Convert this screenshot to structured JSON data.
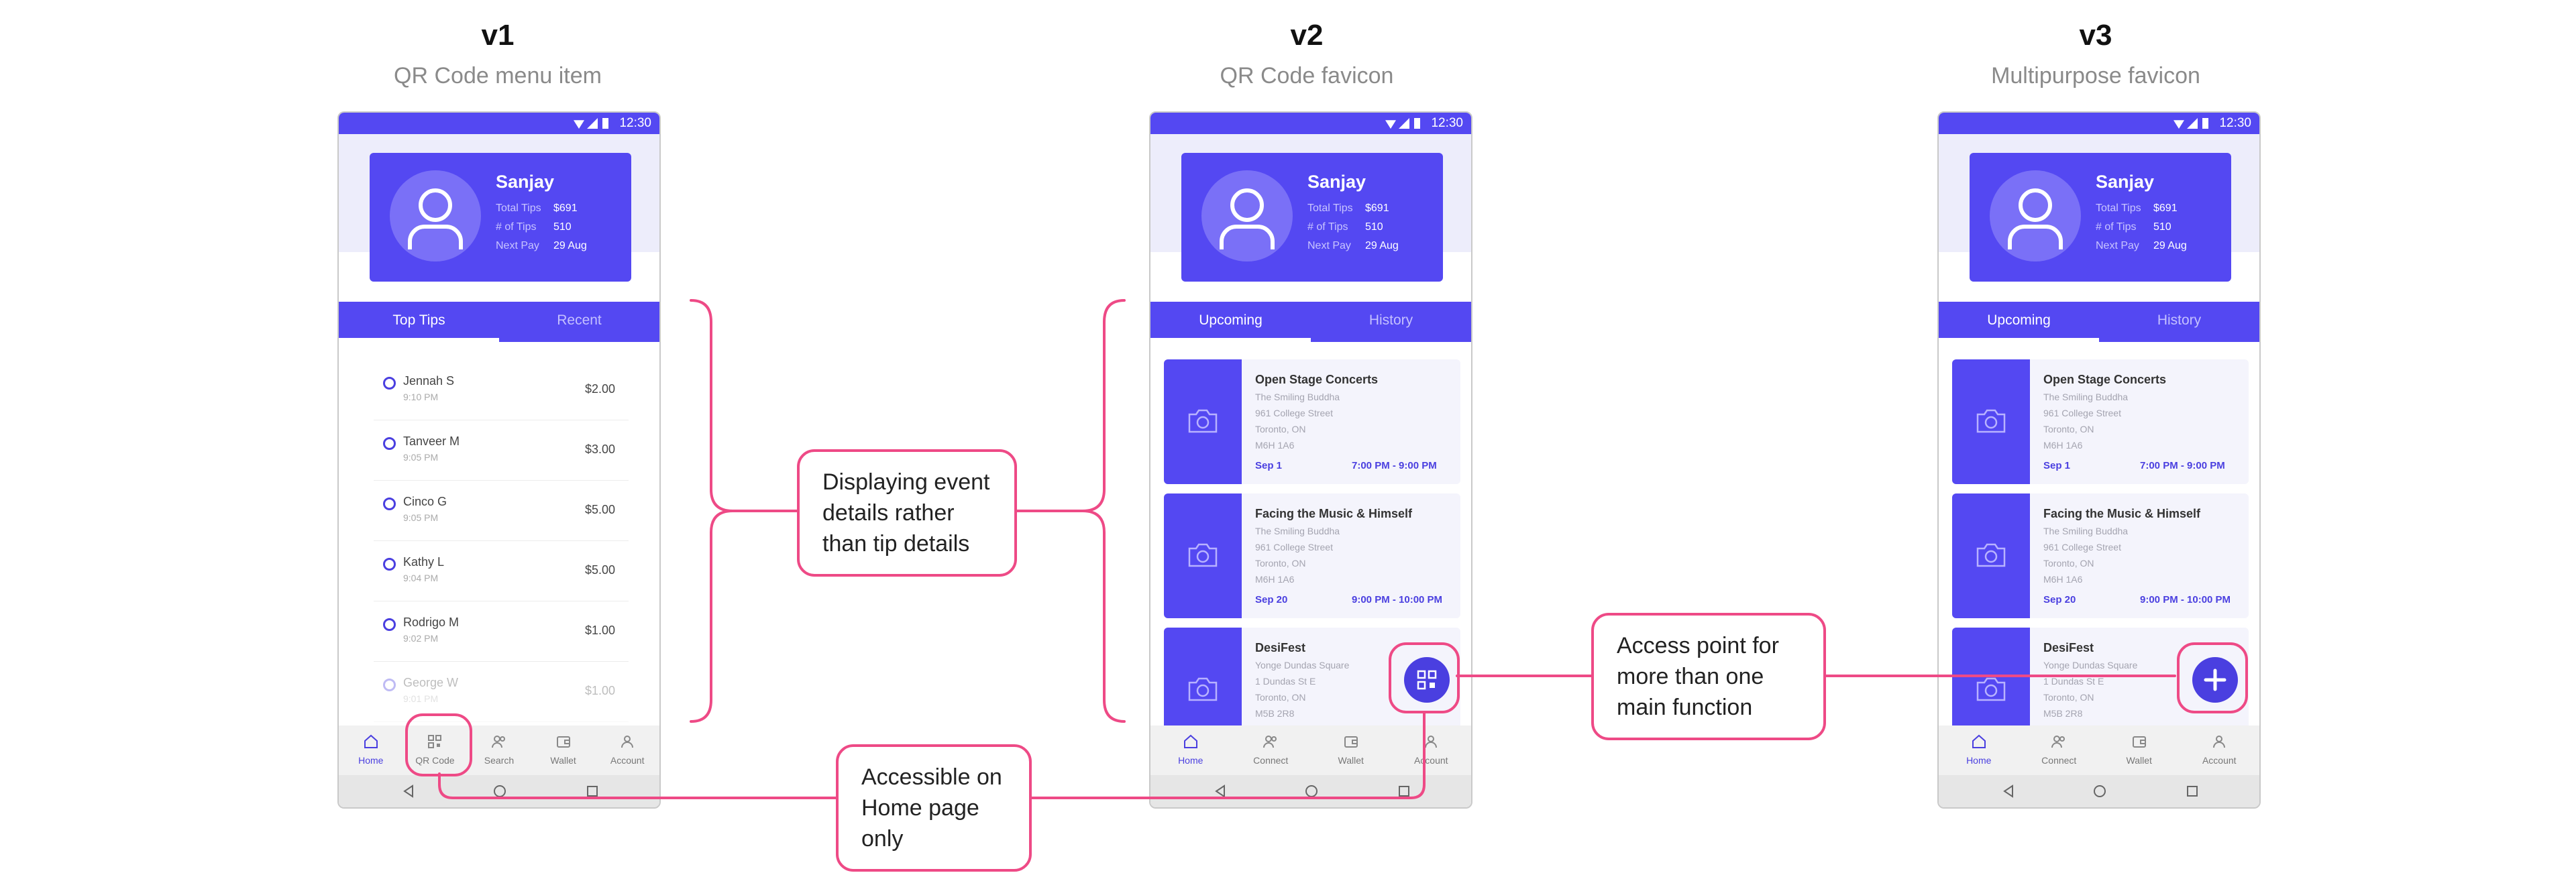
{
  "columns": [
    {
      "version": "v1",
      "subtitle": "QR Code menu item"
    },
    {
      "version": "v2",
      "subtitle": "QR Code favicon"
    },
    {
      "version": "v3",
      "subtitle": "Multipurpose favicon"
    }
  ],
  "status": {
    "time": "12:30"
  },
  "profile": {
    "name": "Sanjay",
    "stats": [
      {
        "label": "Total Tips",
        "value": "$691"
      },
      {
        "label": "# of Tips",
        "value": "510"
      },
      {
        "label": "Next Pay",
        "value": "29 Aug"
      }
    ]
  },
  "v1": {
    "tabs": [
      "Top Tips",
      "Recent"
    ],
    "tips": [
      {
        "name": "Jennah S",
        "time": "9:10 PM",
        "amount": "$2.00"
      },
      {
        "name": "Tanveer M",
        "time": "9:05 PM",
        "amount": "$3.00"
      },
      {
        "name": "Cinco G",
        "time": "9:05 PM",
        "amount": "$5.00"
      },
      {
        "name": "Kathy L",
        "time": "9:04 PM",
        "amount": "$5.00"
      },
      {
        "name": "Rodrigo M",
        "time": "9:02 PM",
        "amount": "$1.00"
      },
      {
        "name": "George W",
        "time": "9:01 PM",
        "amount": "$1.00"
      }
    ],
    "nav": [
      "Home",
      "QR Code",
      "Search",
      "Wallet",
      "Account"
    ]
  },
  "events_tabs": [
    "Upcoming",
    "History"
  ],
  "events": [
    {
      "title": "Open Stage Concerts",
      "lines": [
        "The Smiling Buddha",
        "961 College Street",
        "Toronto, ON",
        "M6H 1A6"
      ],
      "date": "Sep 1",
      "time": "7:00 PM - 9:00 PM"
    },
    {
      "title": "Facing the Music & Himself",
      "lines": [
        "The Smiling Buddha",
        "961 College Street",
        "Toronto, ON",
        "M6H 1A6"
      ],
      "date": "Sep 20",
      "time": "9:00 PM - 10:00 PM"
    },
    {
      "title": "DesiFest",
      "lines": [
        "Yonge Dundas Square",
        "1 Dundas St E",
        "Toronto, ON",
        "M5B 2R8"
      ],
      "date": "",
      "time": ""
    }
  ],
  "events_nav": [
    "Home",
    "Connect",
    "Wallet",
    "Account"
  ],
  "callouts": {
    "events": "Displaying event details rather than tip details",
    "home_only": "Accessible on Home page only",
    "access": "Access point for more than one main function"
  },
  "colors": {
    "brand": "#5448f2",
    "annotation": "#ee4a86"
  }
}
